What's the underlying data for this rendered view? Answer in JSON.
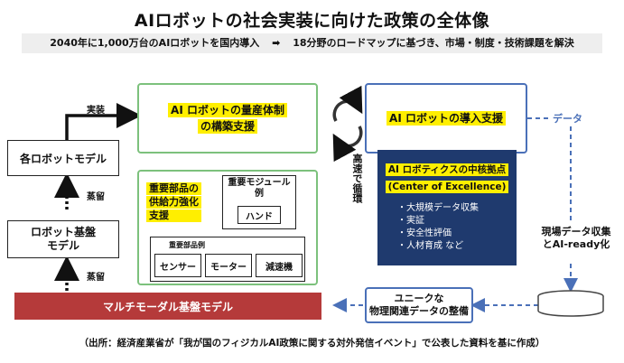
{
  "title": "AIロボットの社会実装に向けた政策の全体像",
  "banner": {
    "left": "2040年に1,000万台のAIロボットを国内導入",
    "arrow": "➡",
    "right": "18分野のロードマップに基づき、市場・制度・技術課題を解決"
  },
  "left_column": {
    "implement_label": "実装",
    "robot_models": "各ロボットモデル",
    "distill_1": "蒸留",
    "base_model_line1": "ロボット基盤",
    "base_model_line2": "モデル",
    "distill_2": "蒸留",
    "multimodal": "マルチモーダル基盤モデル"
  },
  "mass_production": {
    "line1": "AI ロボットの量産体制",
    "line2": "の構築支援"
  },
  "components": {
    "label_line1": "重要部品の",
    "label_line2": "供給力強化",
    "label_line3": "支援",
    "module_line1": "重要モジュール",
    "module_line2": "例",
    "hand": "ハンド",
    "parts_label": "重要部品例",
    "sensor": "センサー",
    "motor": "モーター",
    "reducer": "減速機"
  },
  "cycle": {
    "line1": "高速で",
    "line2": "循環"
  },
  "adoption": {
    "label": "AI ロボットの導入支援",
    "data_label": "データ"
  },
  "center": {
    "line1": "AI ロボティクスの中核拠点",
    "line2": "(Center of Excellence)",
    "items": [
      "・大規模データ収集",
      "・実証",
      "・安全性評価",
      "・人材育成 など"
    ]
  },
  "field_data": {
    "line1": "現場データ収集",
    "line2": "とAI-ready化"
  },
  "unique_data": {
    "line1": "ユニークな",
    "line2": "物理関連データの整備"
  },
  "source": "（出所：経済産業省が「我が国のフィジカルAI政策に関する対外発信イベント」で公表した資料を基に作成）",
  "colors": {
    "green_border": "#7cc17c",
    "blue_border": "#4a70b8",
    "navy": "#1f3a6e",
    "red": "#b53a3a",
    "yellow": "#ffef00"
  }
}
